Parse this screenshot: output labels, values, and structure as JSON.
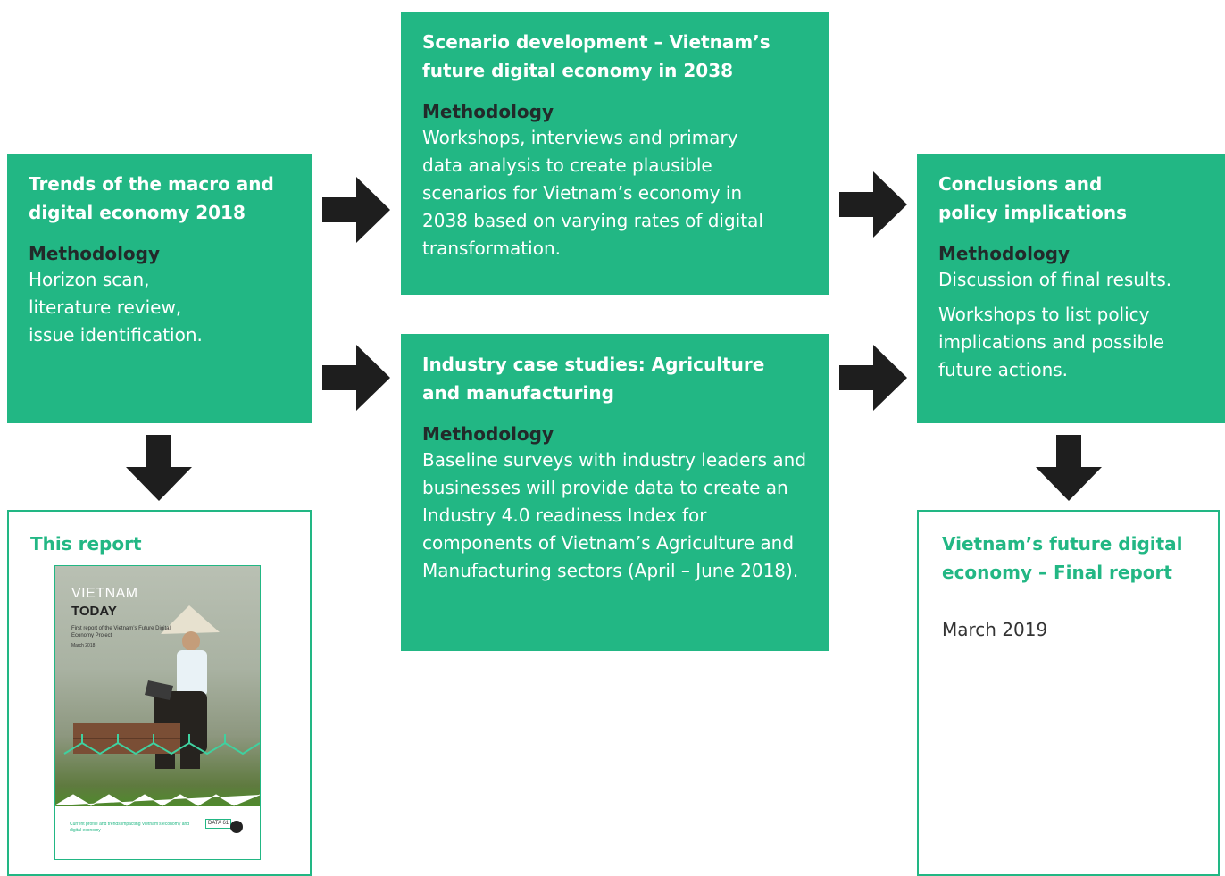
{
  "boxes": {
    "trends": {
      "title": "Trends of the macro and digital economy 2018",
      "method_label": "Methodology",
      "method_text": "Horizon scan, literature review, issue identification."
    },
    "scenario": {
      "title": "Scenario development – Vietnam’s future digital economy in 2038",
      "method_label": "Methodology",
      "method_text": "Workshops, interviews and primary data analysis to create plausible scenarios for Vietnam’s economy in 2038 based on varying rates of digital transformation."
    },
    "industry": {
      "title": "Industry case studies: Agriculture and manufacturing",
      "method_label": "Methodology",
      "method_text": "Baseline surveys with industry leaders and businesses will provide data to create an Industry 4.0 readiness Index for components of Vietnam’s Agriculture and Manufacturing sectors (April – June 2018)."
    },
    "conclusions": {
      "title": "Conclusions and policy implications",
      "method_label": "Methodology",
      "method_text_1": "Discussion of final results.",
      "method_text_2": "Workshops to list policy implications and possible future actions."
    }
  },
  "outputs": {
    "this_report": {
      "title": "This report",
      "cover": {
        "line1": "VIETNAM",
        "line2": "TODAY",
        "subtitle": "First report of the Vietnam’s Future Digital Economy Project",
        "date": "March 2018",
        "footer": "Current profile and trends impacting Vietnam’s economy and digital economy",
        "logo": "DATA 61"
      }
    },
    "final_report": {
      "title": "Vietnam’s future digital economy – Final report",
      "date": "March 2019"
    }
  },
  "colors": {
    "accent": "#22b784",
    "dark_label": "#222a2a",
    "arrow": "#1e1e1e"
  }
}
